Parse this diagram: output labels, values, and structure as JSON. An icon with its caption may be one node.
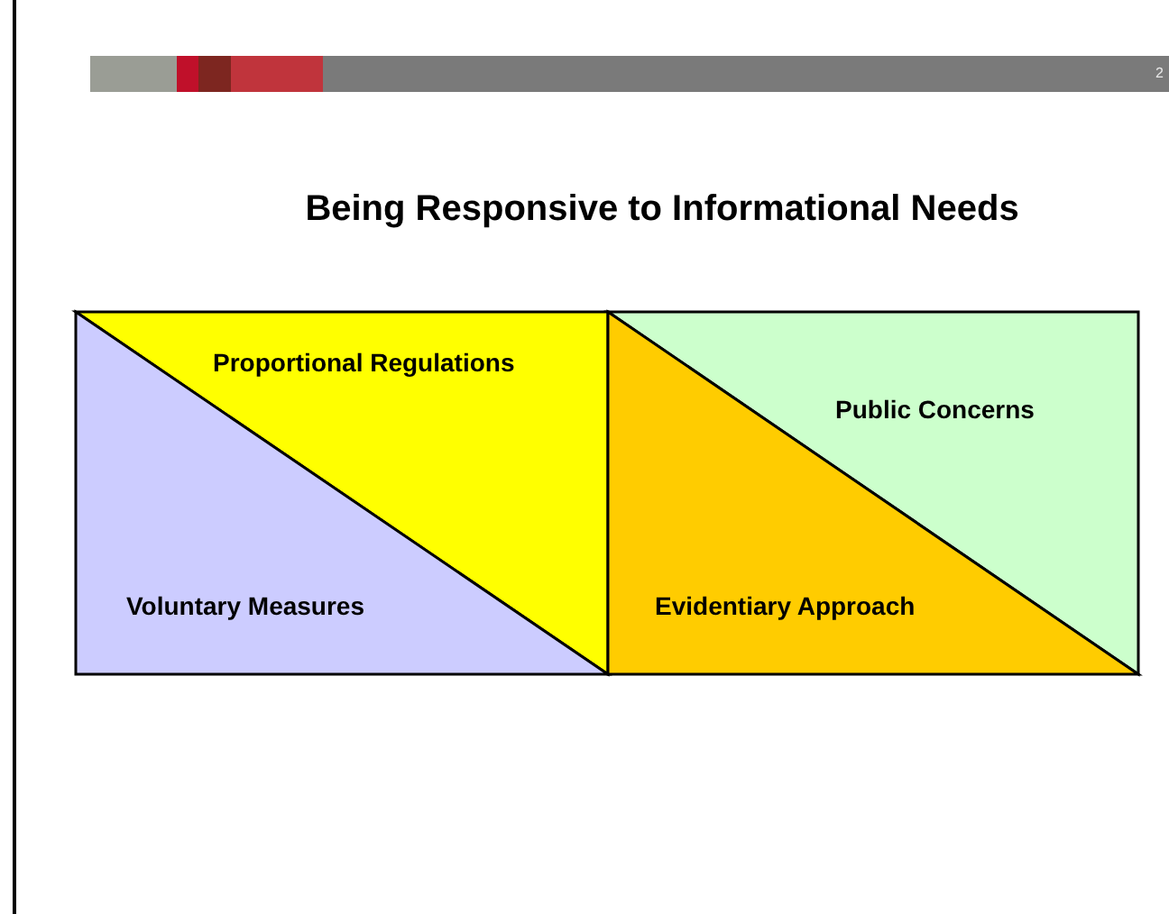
{
  "diagram": {
    "title": "Being Responsive to Informational Needs",
    "nodes": [
      {
        "text": [
          "Proportional Regulations"
        ]
      },
      {
        "text": [
          "Public Concerns"
        ]
      },
      {
        "text": [
          "Voluntary Measures"
        ]
      },
      {
        "text": [
          "Evidentiary Approach"
        ]
      }
    ],
    "labels": [
      "2"
    ]
  }
}
